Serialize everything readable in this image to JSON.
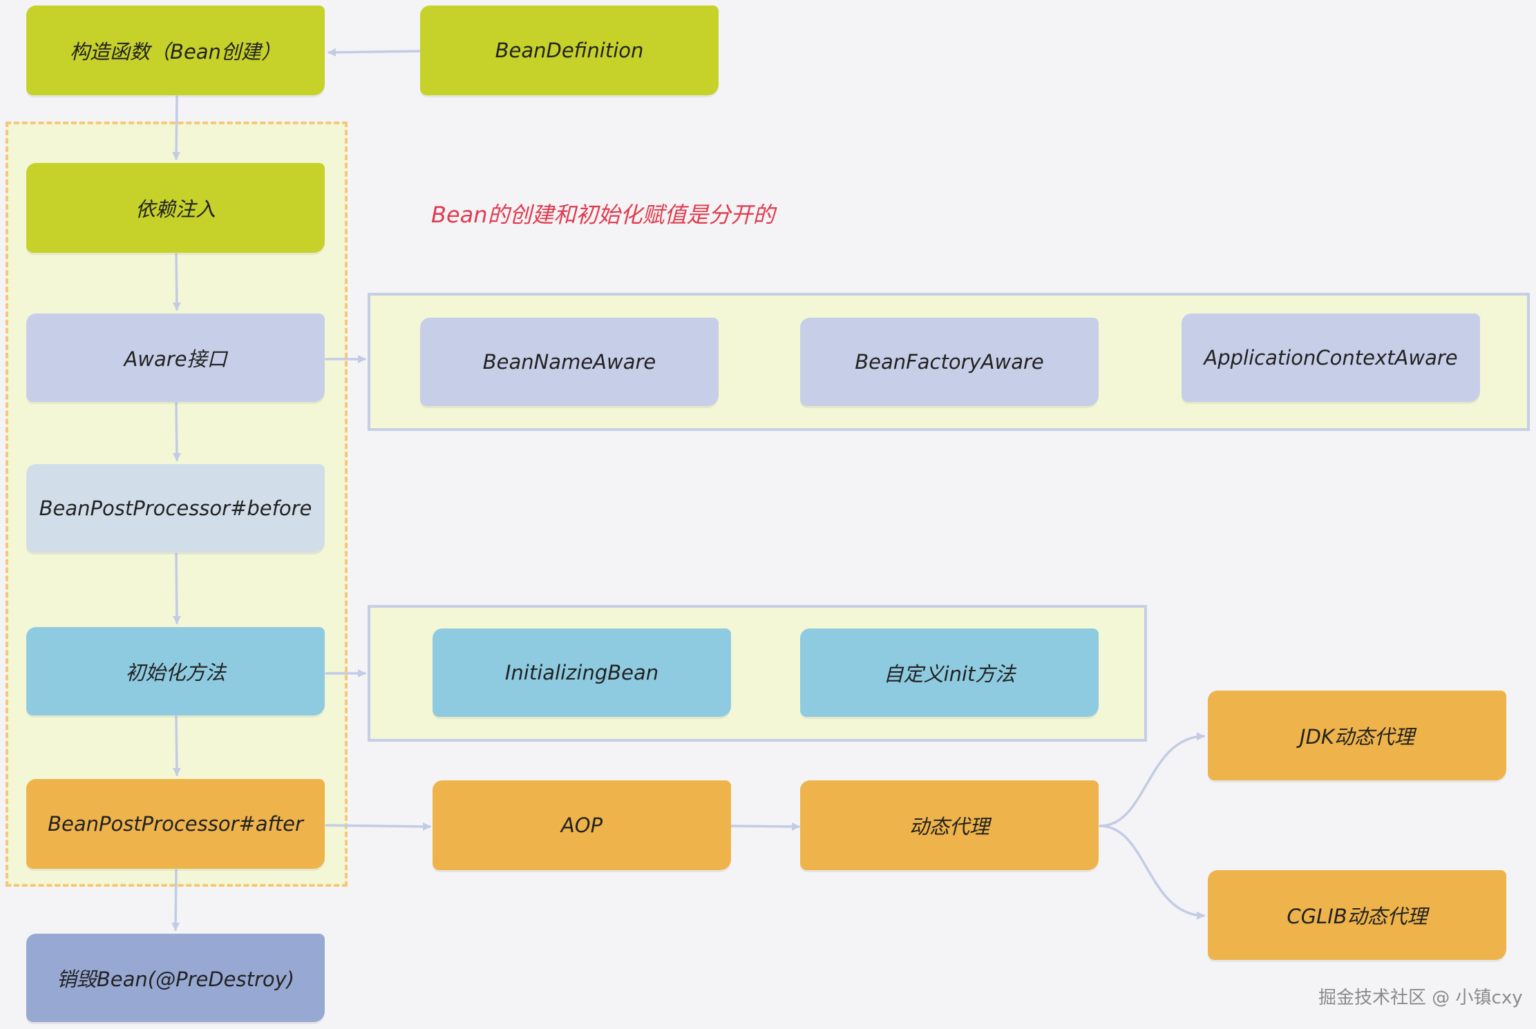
{
  "nodes": {
    "constructor": "构造函数（Bean创建）",
    "bean_definition": "BeanDefinition",
    "dependency_injection": "依赖注入",
    "aware": "Aware接口",
    "bean_name_aware": "BeanNameAware",
    "bean_factory_aware": "BeanFactoryAware",
    "application_context_aware": "ApplicationContextAware",
    "bpp_before": "BeanPostProcessor#before",
    "init_method": "初始化方法",
    "initializing_bean": "InitializingBean",
    "custom_init": "自定义init方法",
    "bpp_after": "BeanPostProcessor#after",
    "aop": "AOP",
    "dynamic_proxy": "动态代理",
    "jdk_proxy": "JDK动态代理",
    "cglib_proxy": "CGLIB动态代理",
    "destroy": "销毁Bean(@PreDestroy)"
  },
  "note": "Bean的创建和初始化赋值是分开的",
  "watermark": "掘金技术社区 @ 小镇cxy",
  "colors": {
    "lime": "#c6d12a",
    "lavender": "#c7cfe8",
    "pale_blue": "#d1dde9",
    "sky_blue": "#8ecbe0",
    "orange": "#eeb34b",
    "slate_blue": "#97a8d2",
    "note_red": "#e03a4e",
    "arrow": "#c3cbe5"
  }
}
